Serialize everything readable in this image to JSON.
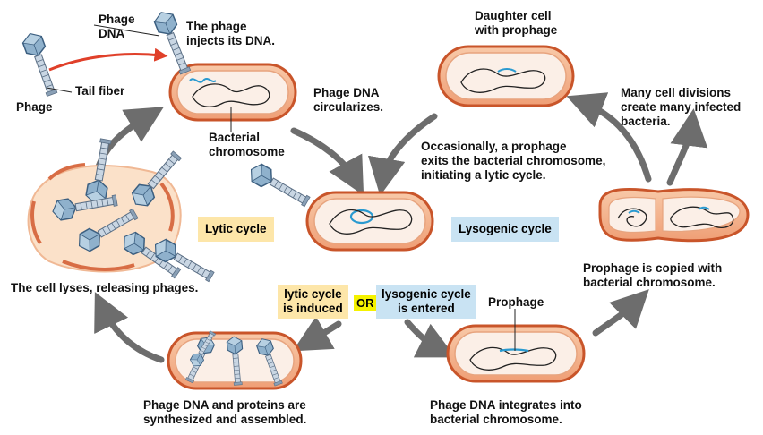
{
  "labels": {
    "phage_dna": "Phage\nDNA",
    "phage": "Phage",
    "tail_fiber": "Tail fiber",
    "injects": "The phage\ninjects its DNA.",
    "bacterial_chromosome": "Bacterial\nchromosome",
    "circularizes": "Phage DNA\ncircularizes.",
    "daughter_cell": "Daughter cell\nwith prophage",
    "many_divisions": "Many cell divisions\ncreate many infected\nbacteria.",
    "occasionally": "Occasionally, a prophage\nexits the bacterial chromosome,\ninitiating a lytic cycle.",
    "lytic_cycle": "Lytic cycle",
    "lysogenic_cycle": "Lysogenic cycle",
    "cell_lyses": "The cell lyses, releasing phages.",
    "prophage_copied": "Prophage is copied with\nbacterial chromosome.",
    "lytic_induced": "lytic cycle\nis induced",
    "or": "OR",
    "lysogenic_entered": "lysogenic cycle\nis entered",
    "prophage": "Prophage",
    "synthesized": "Phage DNA and proteins are\nsynthesized and assembled.",
    "integrates": "Phage DNA integrates into\nbacterial chromosome."
  },
  "colors": {
    "cell_fill": "#f4b690",
    "cell_stroke": "#c9552a",
    "phage_dna": "#2a9ad0",
    "arrow_gray": "#6d6d6d",
    "arrow_red": "#e0402a",
    "yellow_box": "#fde6a9",
    "blue_box": "#c9e3f3"
  }
}
